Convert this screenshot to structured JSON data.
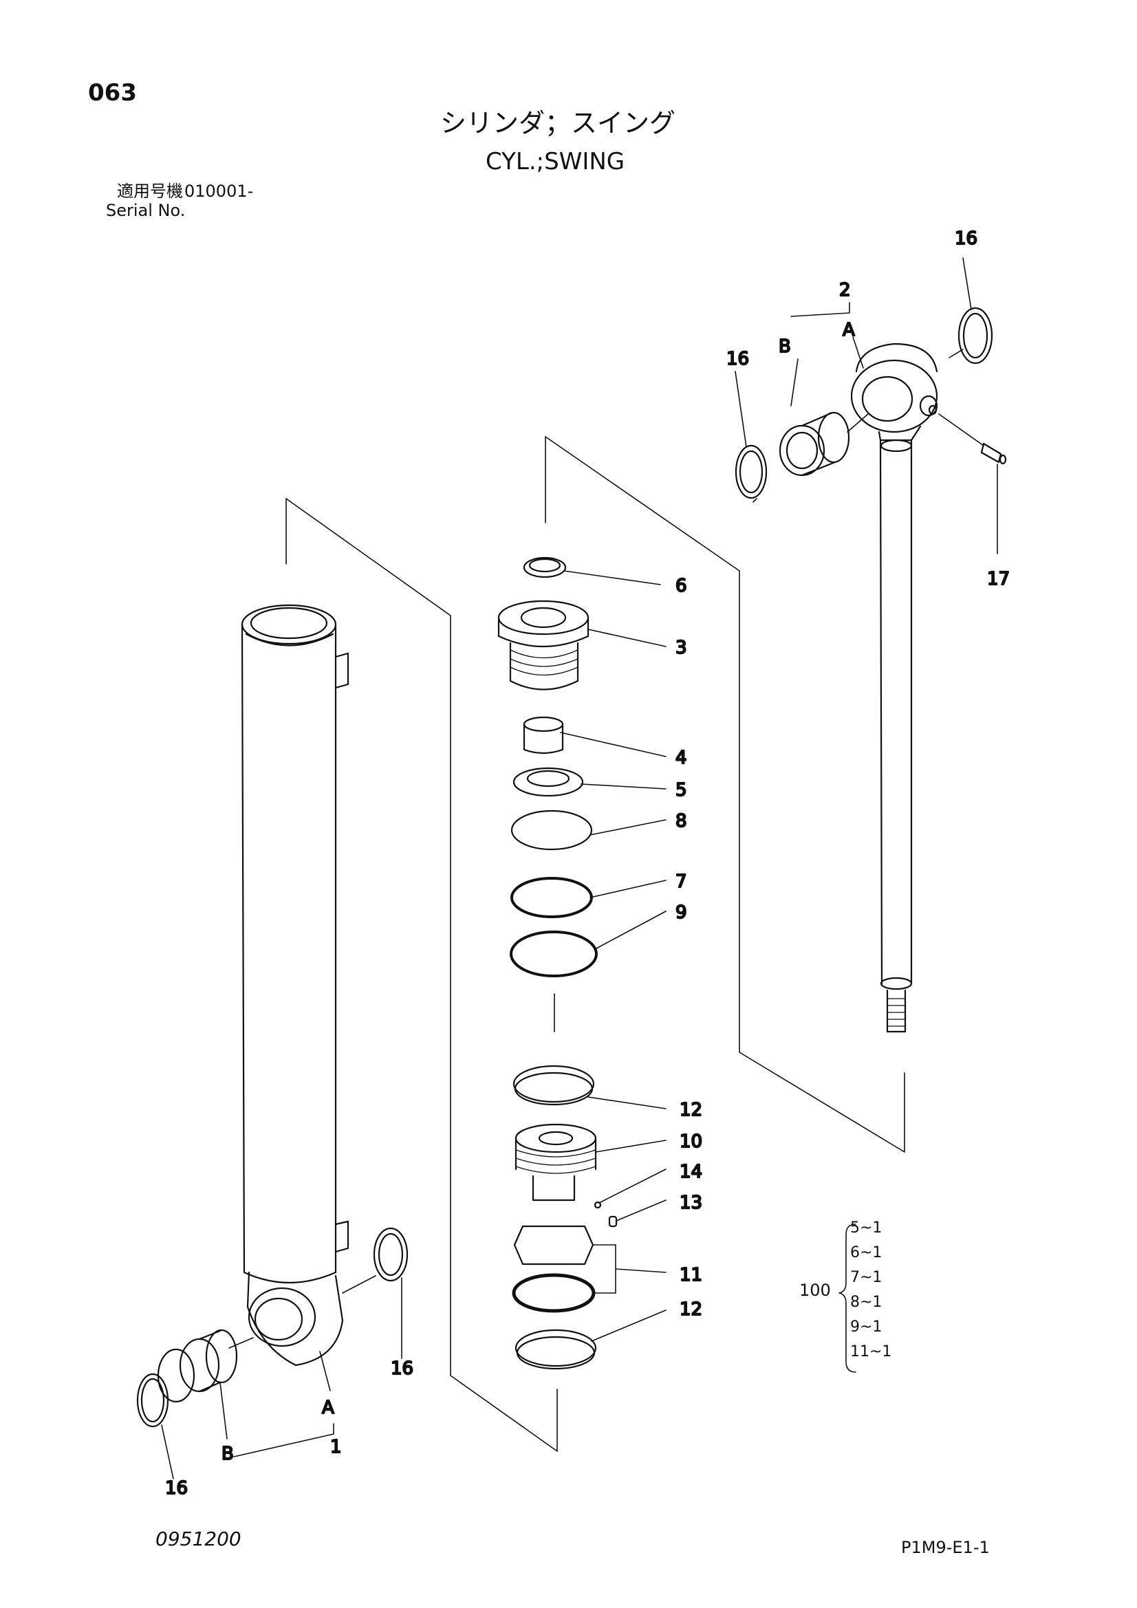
{
  "header": {
    "page_number": "063",
    "title_jp": "シリンダ；スイング",
    "title_en": "CYL.;SWING",
    "serial_label_jp": "適用号機",
    "serial_value": "010001-",
    "serial_label_en": "Serial No."
  },
  "callouts": {
    "c1": "1",
    "c2": "2",
    "c3": "3",
    "c4": "4",
    "c5": "5",
    "c6": "6",
    "c7": "7",
    "c8": "8",
    "c9": "9",
    "c10": "10",
    "c11": "11",
    "c12a": "12",
    "c12b": "12",
    "c13": "13",
    "c14": "14",
    "c16a": "16",
    "c16b": "16",
    "c16c": "16",
    "c16d": "16",
    "c17": "17",
    "a_top": "A",
    "b_top": "B",
    "a_bottom": "A",
    "b_bottom": "B"
  },
  "kit": {
    "number": "100",
    "items": [
      "5~1",
      "6~1",
      "7~1",
      "8~1",
      "9~1",
      "11~1"
    ]
  },
  "footer": {
    "drawing_number": "0951200",
    "page_code": "P1M9-E1-1"
  }
}
